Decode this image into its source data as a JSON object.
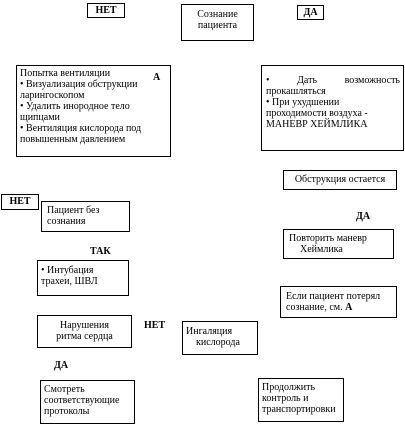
{
  "labels": {
    "no_top": "НЕТ",
    "yes_top": "ДА",
    "no_left": "НЕТ",
    "yes_right": "ДА",
    "tak": "ТАК",
    "no_mid": "НЕТ",
    "yes_bottom": "ДА"
  },
  "consciousness": {
    "line1": "Сознание",
    "line2": "пациента"
  },
  "ventilation": {
    "line1": "Попытка вентиляции",
    "marker": "А",
    "items": [
      "• Визуализация обструкции ларингоскопом",
      "• Удалить инородное тело щипцами",
      "• Вентиляция кислорода под повышенным давлением"
    ]
  },
  "cough": {
    "item1": "• Дать возможность прокашляться",
    "item2": "• При ухудшении проходимости воздуха - МАНЕВР ХЕЙМЛИКА"
  },
  "obstruction": "Обструкция остается",
  "unconscious": {
    "line1": "Пациент без",
    "line2": "сознания"
  },
  "repeat": {
    "line1": "Повторить маневр",
    "line2": "Хеймлика"
  },
  "intubation": {
    "line1": "• Интубация",
    "line2": "трахеи, ШВЛ"
  },
  "lost": {
    "text": "Если пациент потерял сознание, см.",
    "marker": "А"
  },
  "rhythm": {
    "line1": "Нарушения",
    "line2": "ритма сердца"
  },
  "inhalation": {
    "line1": "Ингаляция",
    "line2": "кислорода"
  },
  "protocols": {
    "line1": "Смотреть",
    "line2": "соответствующие",
    "line3": "протоколы"
  },
  "continue": {
    "line1": "Продолжить",
    "line2": "контроль и",
    "line3": "транспортировки"
  }
}
